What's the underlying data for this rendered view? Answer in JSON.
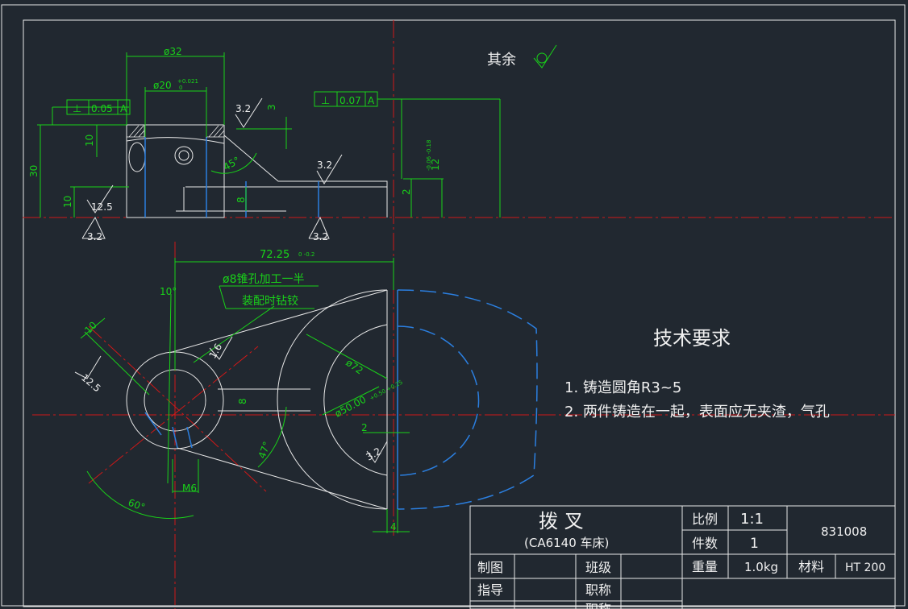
{
  "surface_finish_note": {
    "label": "其余"
  },
  "dimensions": {
    "d32": "ø32",
    "d20": "ø20",
    "d20_tol_upper": "+0.021",
    "d20_tol_lower": "0",
    "tol_perp_1": {
      "symbol": "⊥",
      "value": "0.05",
      "datum": "A"
    },
    "tol_perp_2": {
      "symbol": "⊥",
      "value": "0.07",
      "datum": "A"
    },
    "rough_3_2": "3.2",
    "rough_12_5": "12.5",
    "rough_1_6": "1.6",
    "dim_3": "3",
    "dim_10": "10",
    "dim_30": "30",
    "dim_45": "45°",
    "dim_8": "8",
    "dim_2": "2",
    "dim_4": "4",
    "dim_12": "12",
    "dim_12_tol": "-0.06 -0.18",
    "dim_72": "72.25",
    "dim_72_tol": "0 -0.2",
    "dim_10deg": "10°",
    "dim_47": "47°",
    "dim_60": "60°",
    "dim_m6": "M6",
    "dim_d72": "ø72",
    "dim_d50": "ø50.00",
    "dim_d50_tol": "+0.50 +0.25",
    "hole_note_1": "ø8锥孔加工一半",
    "hole_note_2": "装配时钻铰"
  },
  "tech_requirements": {
    "title": "技术要求",
    "items": [
      "1. 铸造圆角R3~5",
      "2. 两件铸造在一起，表面应无夹渣，气孔"
    ]
  },
  "title_block": {
    "part_name": "拨    叉",
    "machine": "(CA6140 车床)",
    "scale_label": "比例",
    "scale_value": "1:1",
    "qty_label": "件数",
    "qty_value": "1",
    "drawing_no": "831008",
    "weight_label": "重量",
    "weight_value": "1.0kg",
    "material_label": "材料",
    "material_value": "HT 200",
    "drawn_label": "制图",
    "class_label": "班级",
    "guide_label": "指导",
    "title_label": "职称",
    "extra_label": "职称"
  }
}
